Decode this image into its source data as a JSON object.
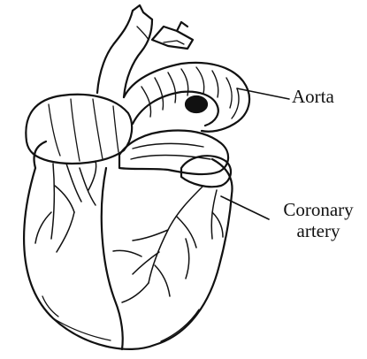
{
  "labels": {
    "aorta": "Aorta",
    "coronary_line1": "Coronary",
    "coronary_line2": "artery"
  },
  "colors": {
    "ink": "#111111",
    "background": "#ffffff"
  }
}
